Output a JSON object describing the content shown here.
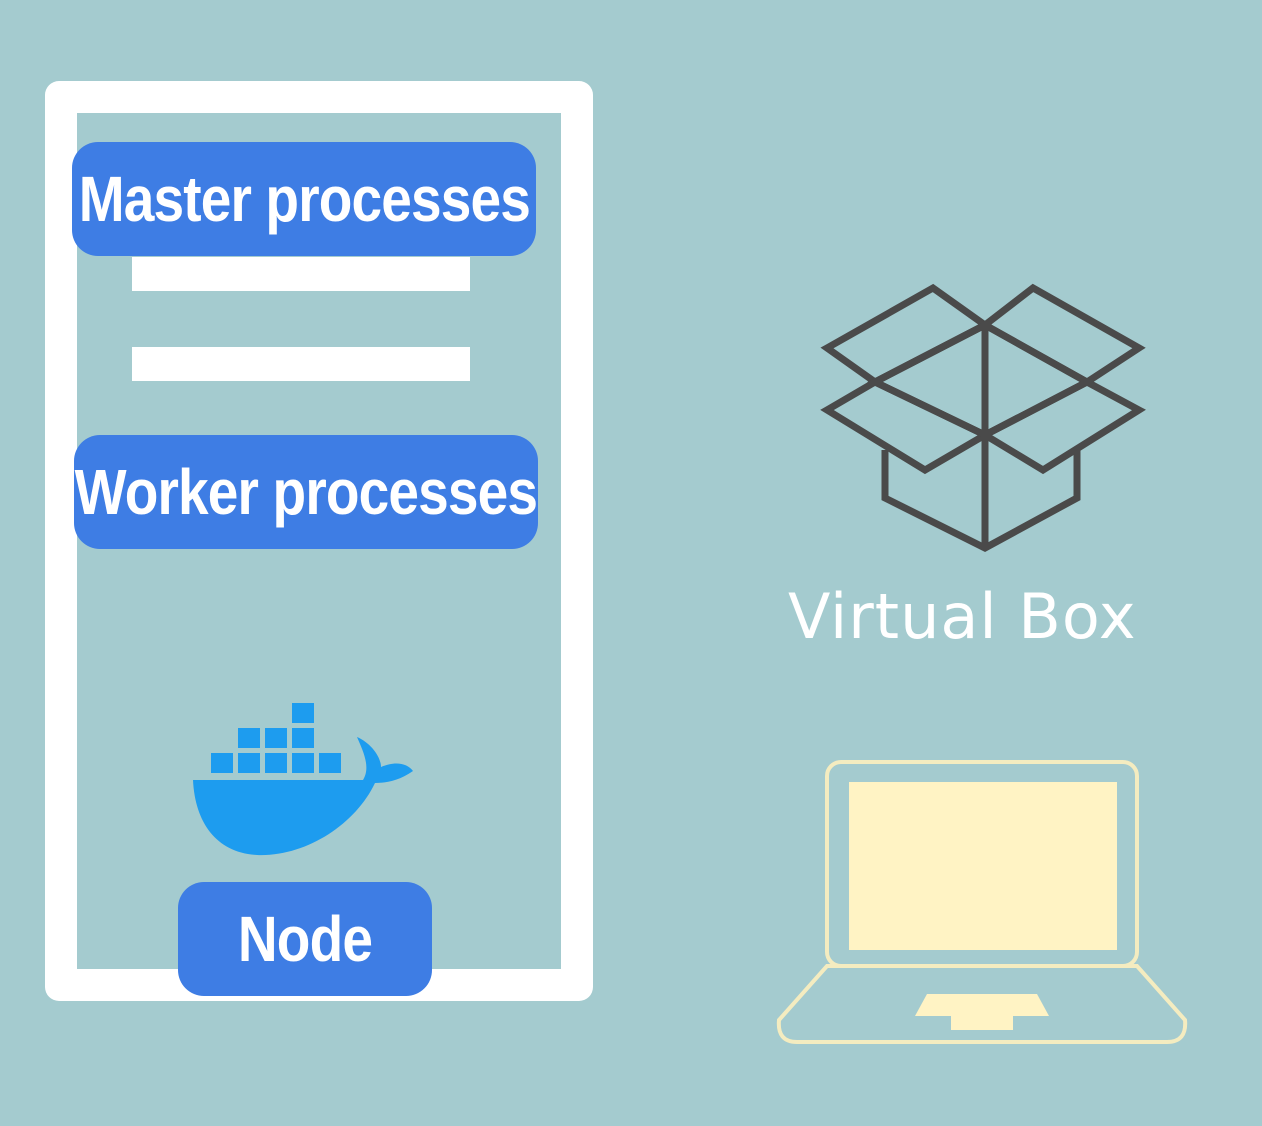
{
  "diagram": {
    "master_label": "Master processes",
    "worker_label": "Worker processes",
    "node_label": "Node",
    "virtualbox_label": "Virtual Box"
  },
  "icons": {
    "docker": "docker-whale-icon",
    "virtualbox": "virtualbox-cube-icon",
    "laptop": "laptop-icon"
  },
  "colors": {
    "background": "#a4cbcf",
    "pill": "#3e7de4",
    "docker": "#1d9cef",
    "laptop_screen": "#fff3c4",
    "box_stroke": "#4a4a4a"
  }
}
